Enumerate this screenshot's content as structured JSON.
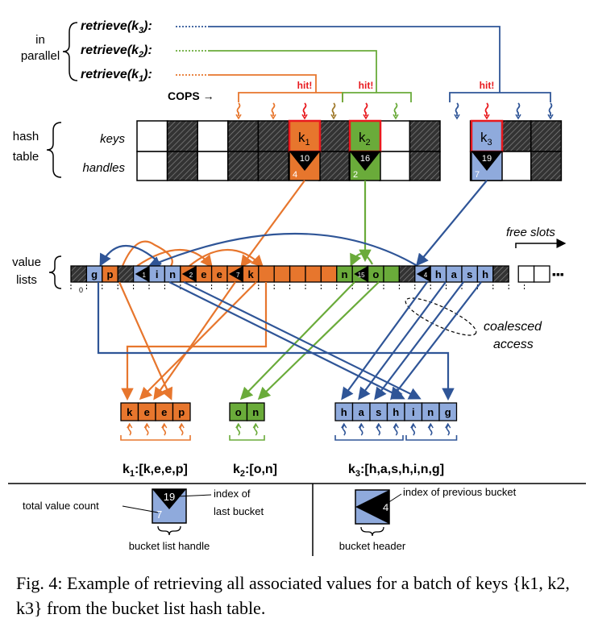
{
  "colors": {
    "orange": "#e7762d",
    "green": "#6aab3a",
    "blue": "#2f5597",
    "blue_cell": "#8faadc",
    "red": "#e8191e",
    "hatch": "#3a3a3a"
  },
  "top": {
    "in_parallel_1": "in",
    "in_parallel_2": "parallel",
    "retrieve_k3": "retrieve(k",
    "retrieve_k3_sub": "3",
    "retrieve_k2": "retrieve(k",
    "retrieve_k2_sub": "2",
    "retrieve_k1": "retrieve(k",
    "retrieve_k1_sub": "1",
    "retrieve_suffix": "):",
    "cops": "COPS →",
    "hit": "hit!"
  },
  "hash_table": {
    "label_1": "hash",
    "label_2": "table",
    "keys_label": "keys",
    "handles_label": "handles",
    "k1": {
      "key": "k",
      "sub": "1",
      "last": "10",
      "count": "4"
    },
    "k2": {
      "key": "k",
      "sub": "2",
      "last": "16",
      "count": "2"
    },
    "k3": {
      "key": "k",
      "sub": "3",
      "last": "19",
      "count": "7"
    }
  },
  "value_lists": {
    "label_1": "value",
    "label_2": "lists",
    "free_slots": "free slots",
    "more": "▪▪▪",
    "zero": "0",
    "coalesced_1": "coalesced",
    "coalesced_2": "access",
    "headers": {
      "h1": "1",
      "h2": "2",
      "h7": "7",
      "h15": "15",
      "h4": "4"
    },
    "cells": [
      "g",
      "p",
      "i",
      "n",
      "e",
      "e",
      "k",
      "n",
      "o",
      "h",
      "a",
      "s",
      "h"
    ]
  },
  "results": {
    "k1_cells": [
      "k",
      "e",
      "e",
      "p"
    ],
    "k2_cells": [
      "o",
      "n"
    ],
    "k3_cells": [
      "h",
      "a",
      "s",
      "h",
      "i",
      "n",
      "g"
    ],
    "k1_label": "k",
    "k1_sub": "1",
    "k1_list": ":[k,e,e,p]",
    "k2_label": "k",
    "k2_sub": "2",
    "k2_list": ":[o,n]",
    "k3_label": "k",
    "k3_sub": "3",
    "k3_list": ":[h,a,s,h,i,n,g]"
  },
  "legend": {
    "total_value_count": "total value count",
    "index_of": "index of",
    "last_bucket": "last bucket",
    "handle_last": "19",
    "handle_count": "7",
    "bucket_list_handle": "bucket list handle",
    "index_prev": "index of previous bucket",
    "header_idx": "4",
    "bucket_header": "bucket header"
  },
  "caption": "Fig. 4: Example of retrieving all associated values for a batch of keys {k1, k2, k3} from the bucket list hash table."
}
